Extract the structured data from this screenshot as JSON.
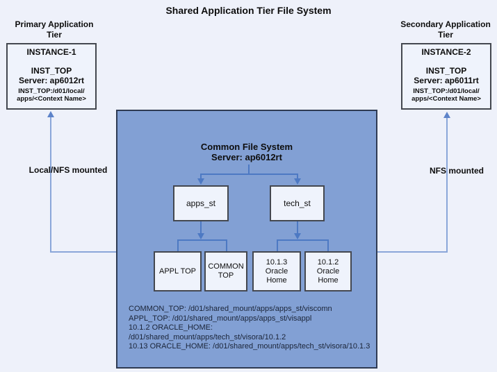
{
  "page": {
    "title": "Shared Application Tier File System"
  },
  "primary_tier": {
    "label": "Primary Application\nTier",
    "instance": "INSTANCE-1",
    "inst_top": "INST_TOP",
    "server": "Server: ap6012rt",
    "path": "INST_TOP:/d01/local/\napps/<Context Name>",
    "mount_label": "Local/NFS mounted"
  },
  "secondary_tier": {
    "label": "Secondary Application\nTier",
    "instance": "INSTANCE-2",
    "inst_top": "INST_TOP",
    "server": "Server: ap6011rt",
    "path": "INST_TOP:/d01/local/\napps/<Context Name>",
    "mount_label": "NFS mounted"
  },
  "common_file_system": {
    "title": "Common File System",
    "server": "Server: ap6012rt",
    "nodes": {
      "apps_st": "apps_st",
      "tech_st": "tech_st",
      "appl_top": "APPL TOP",
      "common_top": "COMMON\nTOP",
      "oracle_home_1013": "10.1.3\nOracle\nHome",
      "oracle_home_1012": "10.1.2\nOracle\nHome"
    },
    "paths": [
      "COMMON_TOP: /d01/shared_mount/apps/apps_st/viscomn",
      "APPL_TOP: /d01/shared_mount/apps/apps_st/visappl",
      "10.1.2 ORACLE_HOME: /d01/shared_mount/apps/tech_st/visora/10.1.2",
      "10.13 ORACLE_HOME: /d01/shared_mount/apps/tech_st/visora/10.1.3"
    ]
  },
  "colors": {
    "background": "#eef1fa",
    "center_fill": "#82a0d4",
    "center_border": "#2e3a52",
    "node_fill": "#eff3fc",
    "node_border": "#43474f",
    "connector_blue": "#4d79c3",
    "outer_arrow_blue": "#8aa6d9",
    "text": "#0d0d0d"
  }
}
